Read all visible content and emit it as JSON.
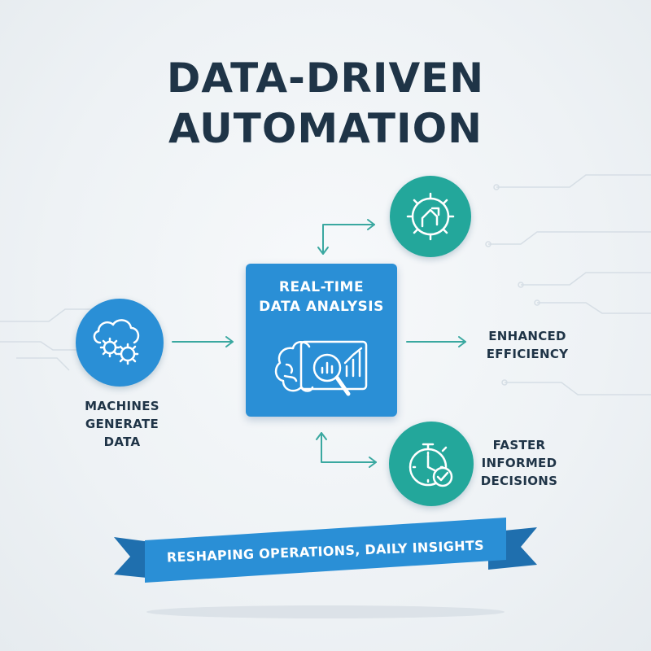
{
  "title": {
    "line1": "DATA-DRIVEN",
    "line2": "AUTOMATION"
  },
  "center": {
    "line1": "REAL-TIME",
    "line2": "DATA ANALYSIS",
    "icon": "brain-analytics-icon"
  },
  "nodes": {
    "left": {
      "lines": [
        "MACHINES",
        "GENERATE",
        "DATA"
      ],
      "icon": "cloud-gears-icon"
    },
    "top": {
      "icon": "gear-growth-icon"
    },
    "right": {
      "lines": [
        "ENHANCED",
        "EFFICIENCY"
      ]
    },
    "bottom": {
      "lines": [
        "FASTER",
        "INFORMED",
        "DECISIONS"
      ],
      "icon": "stopwatch-check-icon"
    }
  },
  "banner": {
    "text": "RESHAPING OPERATIONS, DAILY INSIGHTS"
  },
  "colors": {
    "title": "#1f3447",
    "blue": "#2a8fd6",
    "teal": "#23a79b",
    "arrow": "#3aa8a0",
    "banner": "#2a8fd6"
  }
}
